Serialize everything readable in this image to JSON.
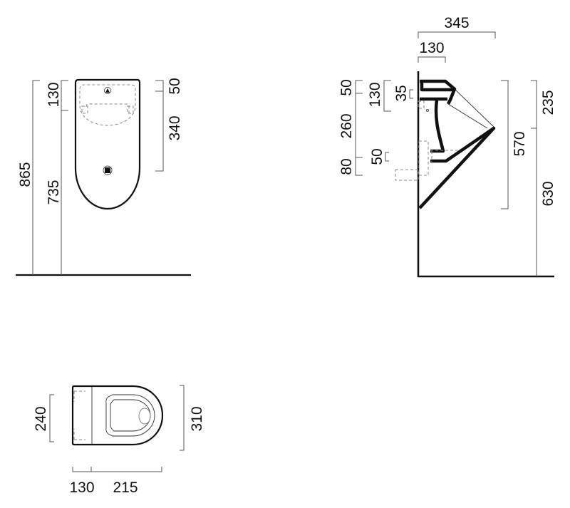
{
  "front_view": {
    "dimensions": {
      "total_height": "865",
      "outlet_height": "735",
      "top_to_inlet": "130",
      "top_offset": "50",
      "inlet_to_outlet": "340"
    },
    "icons": [
      "inlet-triangle-icon",
      "outlet-square-icon"
    ]
  },
  "side_view": {
    "dimensions": {
      "overall_depth": "345",
      "rear_depth": "130",
      "top_50": "50",
      "mid_260": "260",
      "bottom_80": "80",
      "bracket_130": "130",
      "inlet_35": "35",
      "outlet_50": "50",
      "body_height": "570",
      "top_to_lip": "235",
      "lip_height": "630"
    }
  },
  "top_view": {
    "dimensions": {
      "inner_width": "240",
      "outer_width": "310",
      "rear_depth": "130",
      "front_depth": "215"
    }
  }
}
